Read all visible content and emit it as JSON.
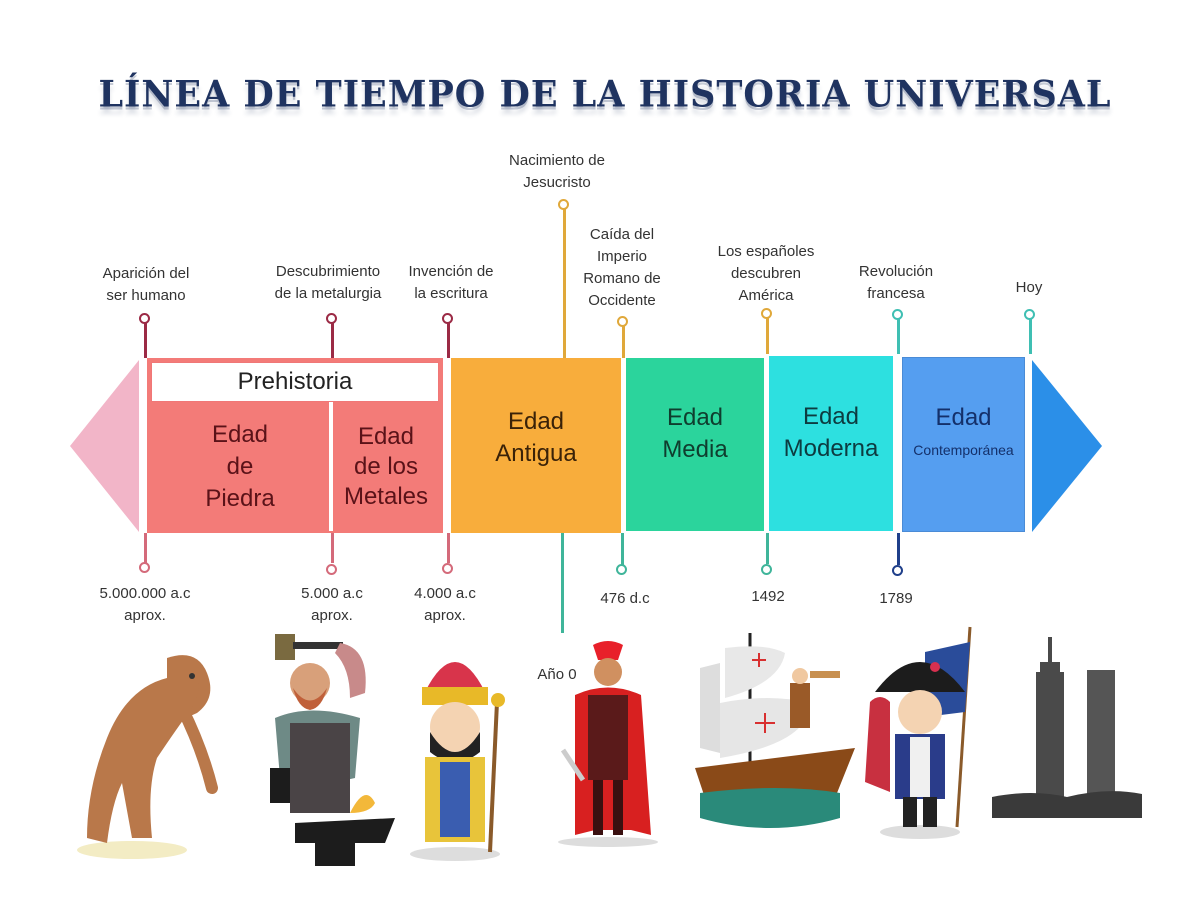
{
  "title": "LÍNEA DE TIEMPO DE LA HISTORIA UNIVERSAL",
  "colors": {
    "title": "#1f3360",
    "prehistory": "#f37b78",
    "prehistory_dark": "#9b2a45",
    "start_arrow": "#f2b5c8",
    "antigua": "#f8ad3c",
    "media": "#2bd49c",
    "moderna": "#2de0e0",
    "contemporanea": "#559ef0",
    "end_arrow": "#2b8fe8"
  },
  "events_top": [
    {
      "label_line1": "Aparición del",
      "label_line2": "ser humano"
    },
    {
      "label_line1": "Descubrimiento",
      "label_line2": "de la metalurgia"
    },
    {
      "label_line1": "Invención de",
      "label_line2": "la escritura"
    },
    {
      "label_line1": "Nacimiento de",
      "label_line2": "Jesucristo"
    },
    {
      "label_line1": "Caída del",
      "label_line2": "Imperio",
      "label_line3": "Romano de",
      "label_line4": "Occidente"
    },
    {
      "label_line1": "Los españoles",
      "label_line2": "descubren",
      "label_line3": "América"
    },
    {
      "label_line1": "Revolución",
      "label_line2": "francesa"
    },
    {
      "label_line1": "Hoy"
    }
  ],
  "dates_bottom": [
    {
      "line1": "5.000.000 a.c",
      "line2": "aprox."
    },
    {
      "line1": "5.000 a.c",
      "line2": "aprox."
    },
    {
      "line1": "4.000 a.c",
      "line2": "aprox."
    },
    {
      "line1": "Año 0"
    },
    {
      "line1": "476 d.c"
    },
    {
      "line1": "1492"
    },
    {
      "line1": "1789"
    }
  ],
  "periods": {
    "prehistoria": "Prehistoria",
    "piedra": {
      "l1": "Edad",
      "l2": "de",
      "l3": "Piedra"
    },
    "metales": {
      "l1": "Edad",
      "l2": "de los",
      "l3": "Metales"
    },
    "antigua": {
      "l1": "Edad",
      "l2": "Antigua"
    },
    "media": {
      "l1": "Edad",
      "l2": "Media"
    },
    "moderna": {
      "l1": "Edad",
      "l2": "Moderna"
    },
    "contemporanea": {
      "l1": "Edad",
      "l2": "Contemporánea"
    }
  },
  "illustrations": [
    {
      "name": "early-human"
    },
    {
      "name": "blacksmith"
    },
    {
      "name": "ancient-king"
    },
    {
      "name": "roman-soldier"
    },
    {
      "name": "caravel-ship-explorer"
    },
    {
      "name": "napoleon-soldier"
    },
    {
      "name": "skyscrapers"
    }
  ]
}
